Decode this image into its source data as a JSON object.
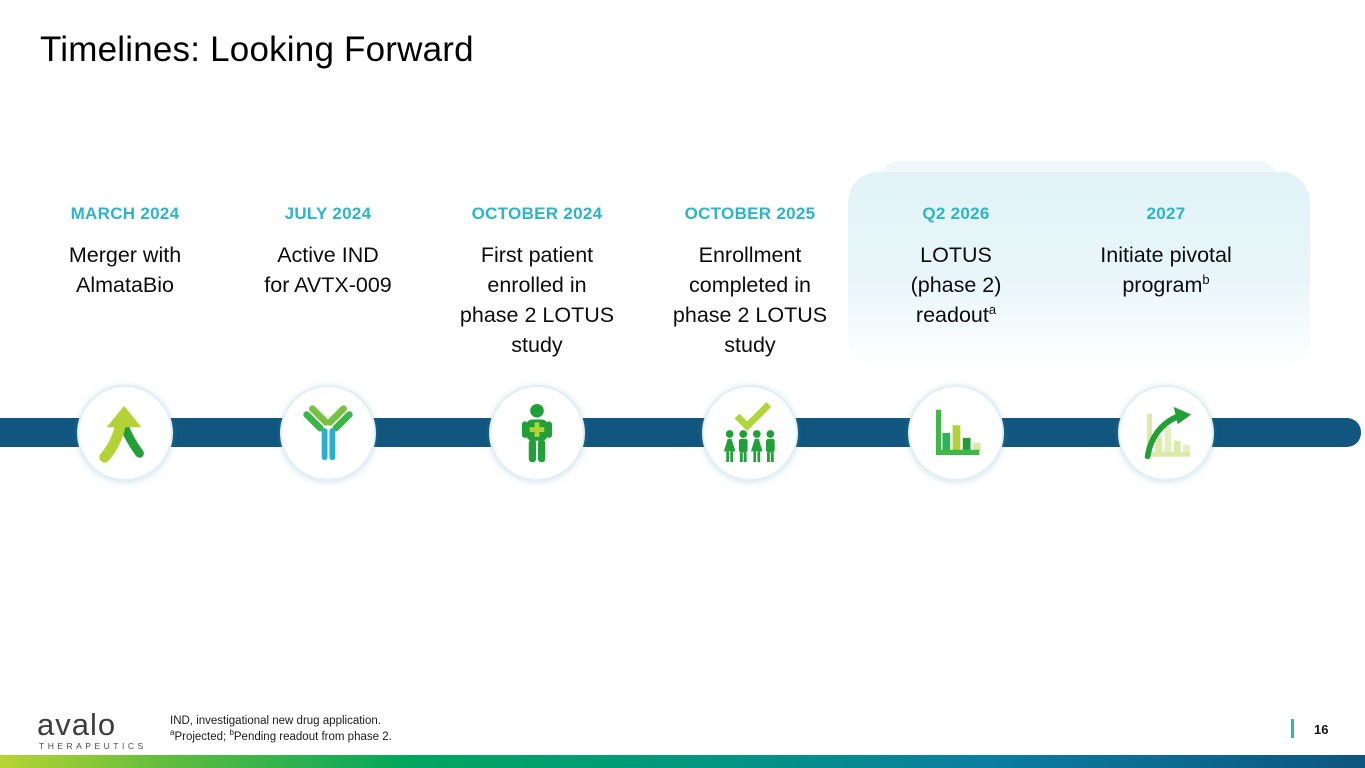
{
  "slide": {
    "title": "Timelines: Looking Forward",
    "page_number": "16"
  },
  "logo": {
    "name": "avalo",
    "tagline": "THERAPEUTICS"
  },
  "footnotes": {
    "line1": "IND, investigational new drug application.",
    "sup_a": "a",
    "part_a": "Projected; ",
    "sup_b": "b",
    "part_b": "Pending readout from phase 2."
  },
  "milestones": [
    {
      "date": "MARCH 2024",
      "text": "Merger with\nAlmataBio",
      "sup": "",
      "icon": "merge-arrows-icon"
    },
    {
      "date": "JULY 2024",
      "text": "Active IND\nfor AVTX-009",
      "sup": "",
      "icon": "antibody-icon"
    },
    {
      "date": "OCTOBER 2024",
      "text": "First patient\nenrolled in\nphase 2 LOTUS\nstudy",
      "sup": "",
      "icon": "patient-icon"
    },
    {
      "date": "OCTOBER 2025",
      "text": "Enrollment\ncompleted in\nphase 2 LOTUS\nstudy",
      "sup": "",
      "icon": "enrolled-group-check-icon"
    },
    {
      "date": "Q2 2026",
      "text": "LOTUS\n(phase 2)\nreadout",
      "sup": "a",
      "icon": "bar-chart-icon"
    },
    {
      "date": "2027",
      "text": "Initiate pivotal\nprogram",
      "sup": "b",
      "icon": "growth-chart-arrow-icon"
    }
  ],
  "colors": {
    "date_teal": "#2CB4C7",
    "timeline_blue": "#10567E",
    "green": "#21A038",
    "lime": "#B2D235",
    "pale_lime": "#DCE9A8",
    "antibody_teal": "#2BAECB",
    "highlight_cyan": "#E1F3F7",
    "page_divider_green": "#2FBF8F",
    "footer_gradient_start": "#B8D433",
    "footer_gradient_mid": "#00A65E",
    "footer_gradient_end": "#0D5680"
  }
}
